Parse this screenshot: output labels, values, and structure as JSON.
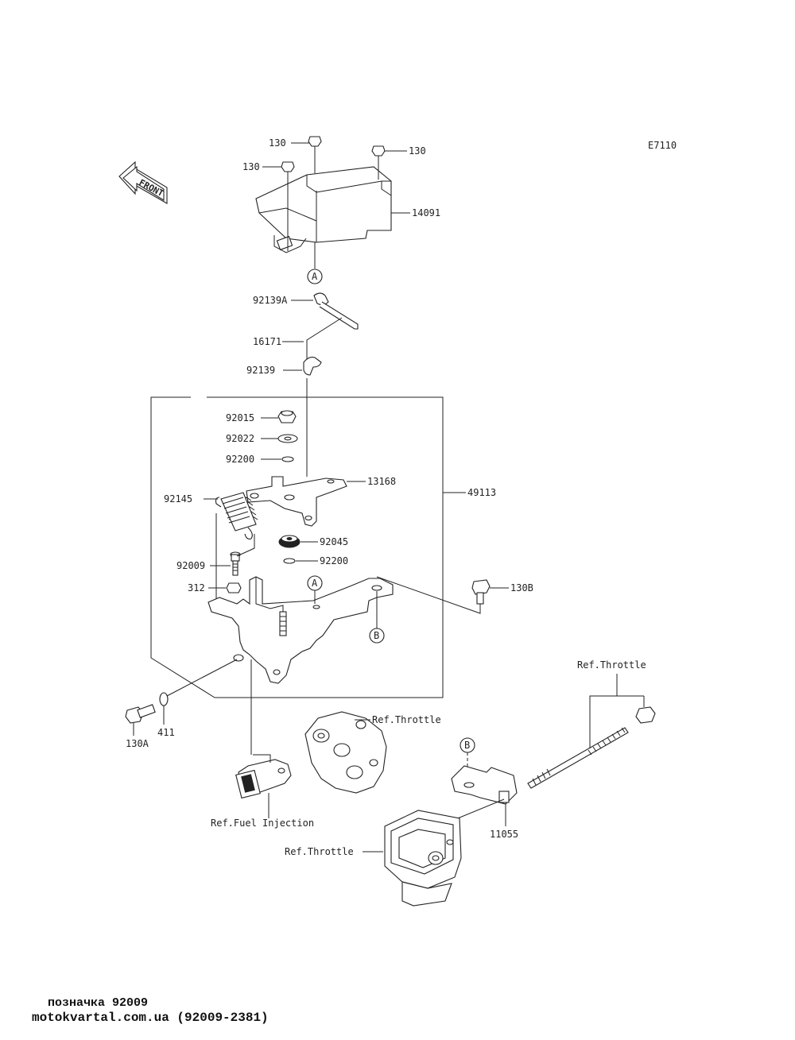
{
  "diagram_code": "E7110",
  "front_label": "FRONT",
  "callouts": {
    "A_top": "A",
    "A_mid": "A",
    "B_mid": "B",
    "B_right": "B"
  },
  "parts": {
    "p130_top": "130",
    "p130_left": "130",
    "p130_right": "130",
    "p14091": "14091",
    "p92139A": "92139A",
    "p16171": "16171",
    "p92139": "92139",
    "p92015": "92015",
    "p92022": "92022",
    "p92200_a": "92200",
    "p13168": "13168",
    "p49113": "49113",
    "p92145": "92145",
    "p92045": "92045",
    "p92009": "92009",
    "p92200_b": "92200",
    "p312": "312",
    "p130B": "130B",
    "p130A": "130A",
    "p411": "411",
    "p11055": "11055"
  },
  "refs": {
    "throttle_top_right": "Ref.Throttle",
    "throttle_mid": "Ref.Throttle",
    "fuel_injection": "Ref.Fuel Injection",
    "throttle_bottom": "Ref.Throttle"
  },
  "footer": {
    "caption": "позначка 92009",
    "site": "motokvartal.com.ua (92009-2381)"
  }
}
